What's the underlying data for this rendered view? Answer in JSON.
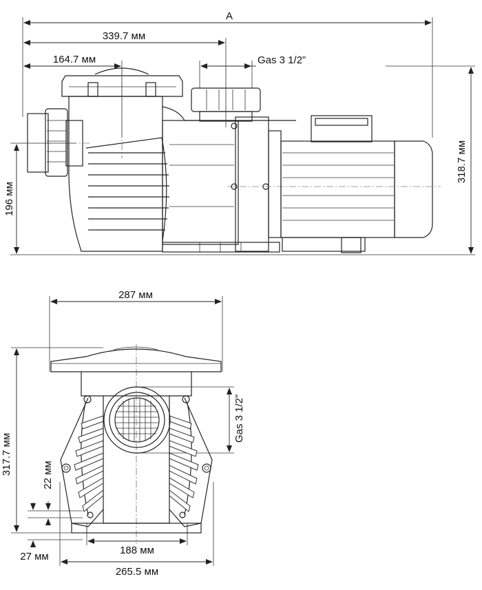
{
  "side_view": {
    "dim_total": "A",
    "dim_339": "339.7 мм",
    "dim_164": "164.7 мм",
    "dim_gas": "Gas 3 1/2”",
    "dim_height_196": "196 мм",
    "dim_height_318": "318.7 мм"
  },
  "front_view": {
    "dim_width_287": "287 мм",
    "dim_height_317": "317.7 мм",
    "dim_gas": "Gas 3 1/2”",
    "dim_22": "22 мм",
    "dim_27": "27 мм",
    "dim_188": "188 мм",
    "dim_265": "265.5 мм"
  }
}
